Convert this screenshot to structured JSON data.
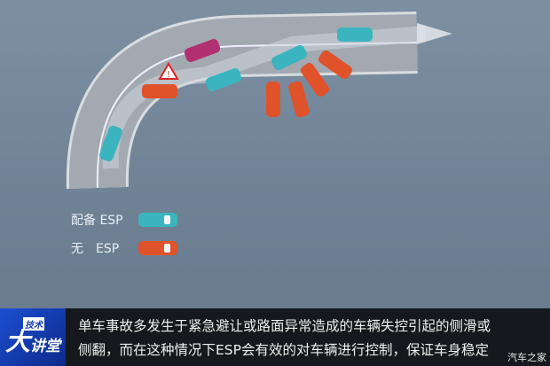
{
  "legend": {
    "with_esp": "配备 ESP",
    "without_esp": "无　ESP",
    "with_color": "#3ab5c0",
    "without_color": "#e0522a"
  },
  "subtitle": {
    "line1": "单车事故多发生于紧急避让或路面异常造成的车辆失控引起的侧滑或",
    "line2": "侧翻，而在这种情况下ESP会有效的对车辆进行控制，保证车身稳定"
  },
  "logo": {
    "text": "技术大讲堂",
    "small": "技术",
    "big1": "大",
    "big2": "讲堂"
  },
  "watermark": "汽车之家",
  "warning_icon": "warning-triangle-icon"
}
